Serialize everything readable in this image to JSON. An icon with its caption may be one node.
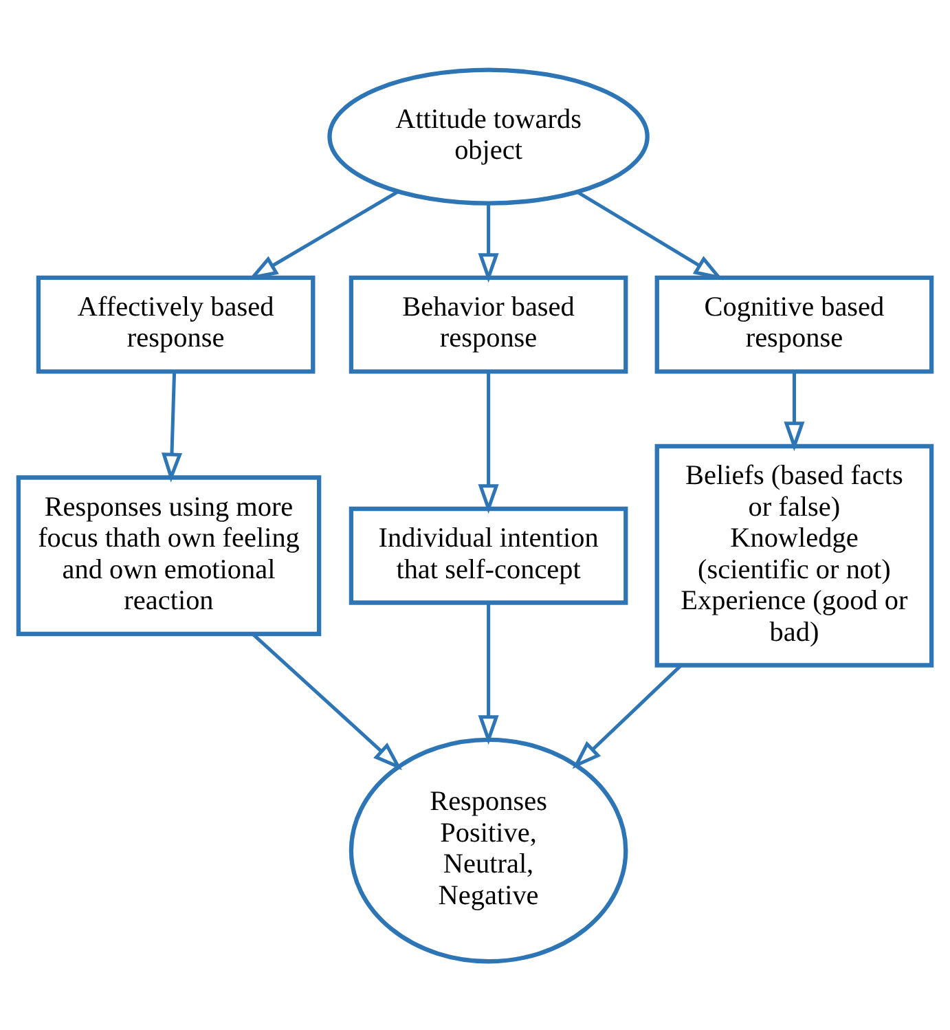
{
  "diagram": {
    "nodes": [
      {
        "text": [
          "Attitude towards object"
        ]
      },
      {
        "text": [
          "Affectively based response"
        ]
      },
      {
        "text": [
          "Behavior based response"
        ]
      },
      {
        "text": [
          "Cognitive based response"
        ]
      },
      {
        "text": [
          "Responses using more focus thath own feeling and own emotional reaction"
        ]
      },
      {
        "text": [
          "Individual intention that self-concept"
        ]
      },
      {
        "text": [
          "Beliefs (based facts or false)",
          "Knowledge (scientific or not)",
          "Experience (good or bad)"
        ]
      },
      {
        "text": [
          "Responses",
          "Positive, Neutral, Negative"
        ]
      }
    ],
    "edges": [
      {
        "from": 0,
        "to": 1,
        "arrow": "to"
      },
      {
        "from": 0,
        "to": 2,
        "arrow": "to"
      },
      {
        "from": 0,
        "to": 3,
        "arrow": "to"
      },
      {
        "from": 1,
        "to": 4,
        "arrow": "to"
      },
      {
        "from": 2,
        "to": 5,
        "arrow": "to"
      },
      {
        "from": 3,
        "to": 6,
        "arrow": "to"
      },
      {
        "from": 4,
        "to": 7,
        "arrow": "to"
      },
      {
        "from": 5,
        "to": 7,
        "arrow": "to"
      },
      {
        "from": 6,
        "to": 7,
        "arrow": "to"
      }
    ]
  }
}
